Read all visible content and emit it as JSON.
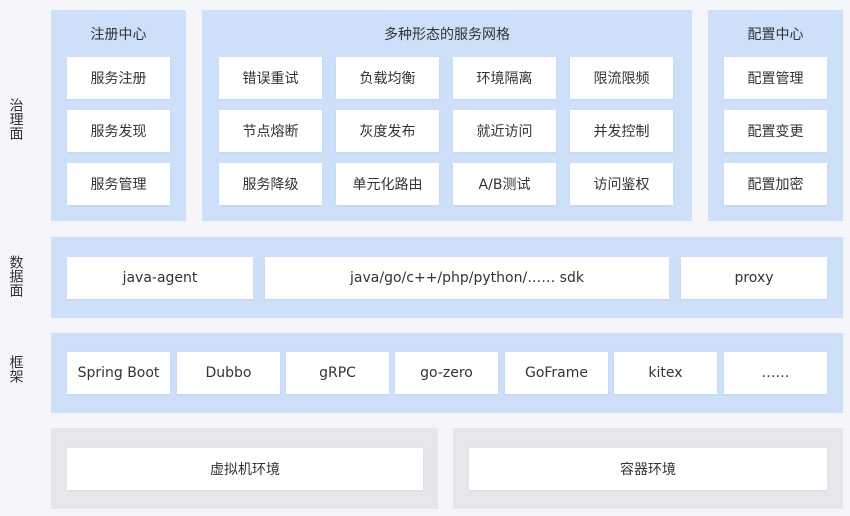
{
  "side_labels": {
    "governance": "治理面",
    "data_plane": "数据面",
    "framework": "框架"
  },
  "registry": {
    "title": "注册中心",
    "items": [
      "服务注册",
      "服务发现",
      "服务管理"
    ]
  },
  "mesh": {
    "title": "多种形态的服务网格",
    "items": [
      "错误重试",
      "负载均衡",
      "环境隔离",
      "限流限频",
      "节点熔断",
      "灰度发布",
      "就近访问",
      "并发控制",
      "服务降级",
      "单元化路由",
      "A/B测试",
      "访问鉴权"
    ]
  },
  "config": {
    "title": "配置中心",
    "items": [
      "配置管理",
      "配置变更",
      "配置加密"
    ]
  },
  "data_plane": {
    "items": [
      "java-agent",
      "java/go/c++/php/python/…… sdk",
      "proxy"
    ]
  },
  "framework": {
    "items": [
      "Spring Boot",
      "Dubbo",
      "gRPC",
      "go-zero",
      "GoFrame",
      "kitex",
      "……"
    ]
  },
  "infra": {
    "vm": "虚拟机环境",
    "container": "容器环境"
  }
}
